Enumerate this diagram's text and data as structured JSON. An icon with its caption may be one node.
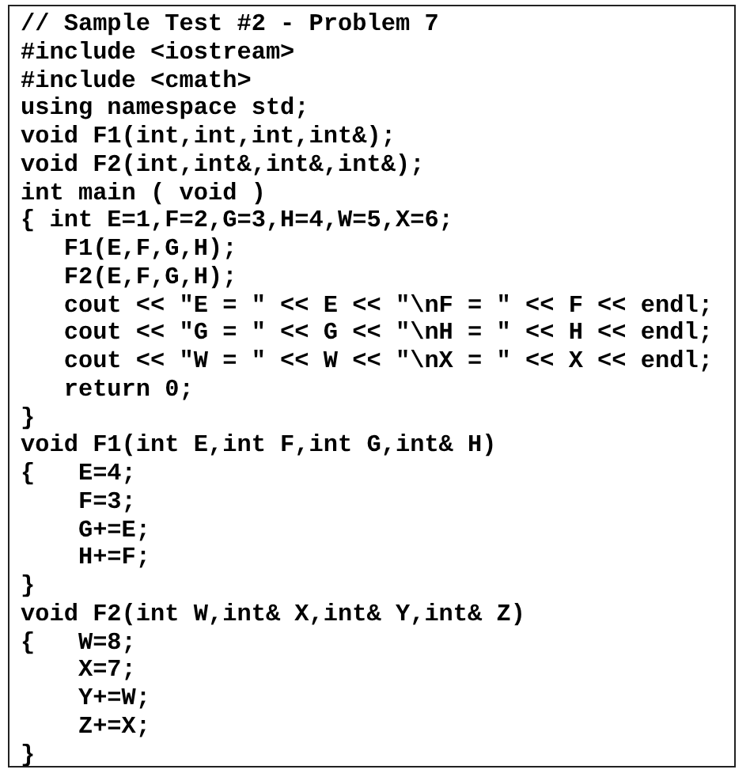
{
  "diagram": {
    "nodes": [
      {
        "text": [
          "// Sample Test #2 - Problem 7",
          "#include <iostream>",
          "#include <cmath>",
          "using namespace std;",
          "void F1(int,int,int,int&);",
          "void F2(int,int&,int&,int&);",
          "int main ( void )",
          "{ int E=1,F=2,G=3,H=4,W=5,X=6;",
          "   F1(E,F,G,H);",
          "   F2(E,F,G,H);",
          "   cout << \"E = \" << E << \"\\nF = \" << F << endl;",
          "   cout << \"G = \" << G << \"\\nH = \" << H << endl;",
          "   cout << \"W = \" << W << \"\\nX = \" << X << endl;",
          "   return 0;",
          "}",
          "void F1(int E,int F,int G,int& H)",
          "{   E=4;",
          "    F=3;",
          "    G+=E;",
          "    H+=F;",
          "}",
          "void F2(int W,int& X,int& Y,int& Z)",
          "{   W=8;",
          "    X=7;",
          "    Y+=W;",
          "    Z+=X;",
          "}"
        ]
      }
    ]
  }
}
